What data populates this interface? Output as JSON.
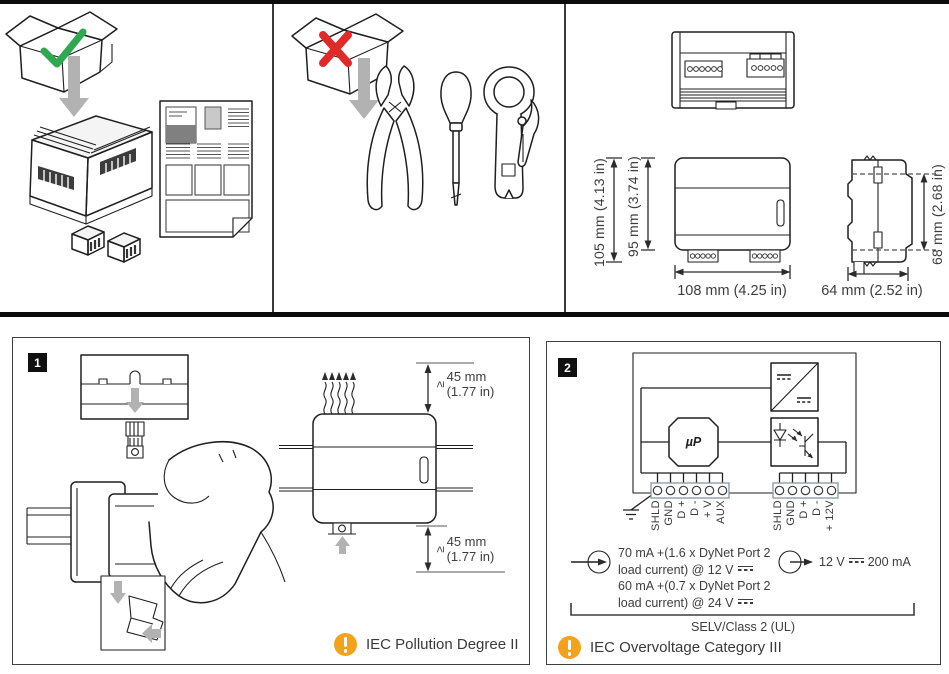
{
  "dims": {
    "front_height": "105 mm (4.13 in)",
    "body_height": "95 mm (3.74 in)",
    "front_width": "108 mm (4.25 in)",
    "side_height": "68 mm (2.68 in)",
    "side_depth": "64 mm (2.52 in)"
  },
  "mount": {
    "step": "1",
    "clear_top": {
      "symbol": "≥",
      "value": "45 mm",
      "imperial": "(1.77 in)"
    },
    "clear_bottom": {
      "symbol": "≥",
      "value": "45 mm",
      "imperial": "(1.77 in)"
    },
    "note": "IEC Pollution Degree II"
  },
  "wiring": {
    "step": "2",
    "chip": "µP",
    "dynet_terminals": [
      "SHLD",
      "GND",
      "D +",
      "D -",
      "+ V",
      "AUX"
    ],
    "aux_terminals": [
      "SHLD",
      "GND",
      "D +",
      "D -",
      "+ 12V"
    ],
    "input_12v": {
      "line1": "70 mA +(1.6 x DyNet Port 2",
      "line2": "load current) @ 12 V"
    },
    "input_24v": {
      "line1": "60 mA +(0.7 x DyNet Port 2",
      "line2": "load current) @ 24 V"
    },
    "output": {
      "voltage": "12 V",
      "current": "200 mA"
    },
    "selv": "SELV/Class 2 (UL)",
    "note": "IEC Overvoltage Category III"
  },
  "colors": {
    "check_green": "#2fa84f",
    "cross_red": "#e02a2a",
    "warning_orange": "#f3a21c",
    "arrow_gray": "#b2b2b2"
  }
}
